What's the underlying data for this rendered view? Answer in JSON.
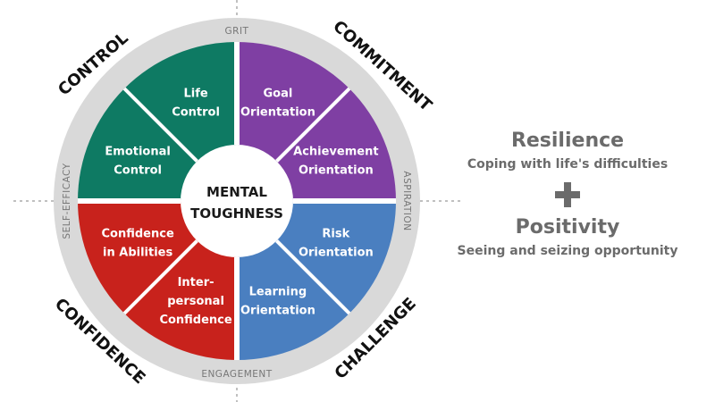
{
  "center": {
    "line1": "MENTAL",
    "line2": "TOUGHNESS"
  },
  "ring": {
    "top": "GRIT",
    "bottom": "ENGAGEMENT",
    "left": "SELF-EFFICACY",
    "right": "ASPIRATION"
  },
  "corners": {
    "top_left": "CONTROL",
    "top_right": "COMMITMENT",
    "bottom_right": "CHALLENGE",
    "bottom_left": "CONFIDENCE"
  },
  "segments": [
    {
      "id": "life-control",
      "lines": [
        "Life",
        "Control"
      ],
      "color": "#0e7a63"
    },
    {
      "id": "goal-orientation",
      "lines": [
        "Goal",
        "Orientation"
      ],
      "color": "#7f3fa3"
    },
    {
      "id": "achievement-orientation",
      "lines": [
        "Achievement",
        "Orientation"
      ],
      "color": "#7f3fa3"
    },
    {
      "id": "risk-orientation",
      "lines": [
        "Risk",
        "Orientation"
      ],
      "color": "#4a7fc0"
    },
    {
      "id": "learning-orientation",
      "lines": [
        "Learning",
        "Orientation"
      ],
      "color": "#4a7fc0"
    },
    {
      "id": "interpersonal-confidence",
      "lines": [
        "Inter-",
        "personal",
        "Confidence"
      ],
      "color": "#c8221c"
    },
    {
      "id": "confidence-in-abilities",
      "lines": [
        "Confidence",
        "in Abilities"
      ],
      "color": "#c8221c"
    },
    {
      "id": "emotional-control",
      "lines": [
        "Emotional",
        "Control"
      ],
      "color": "#0e7a63"
    }
  ],
  "colors": {
    "ring": "#d9d9d9",
    "dotted_line": "#c0c0c0",
    "text_gray": "#6b6b6b"
  },
  "right_panel": {
    "title1": "Resilience",
    "sub1": "Coping with life's difficulties",
    "title2": "Positivity",
    "sub2": "Seeing and seizing opportunity"
  }
}
